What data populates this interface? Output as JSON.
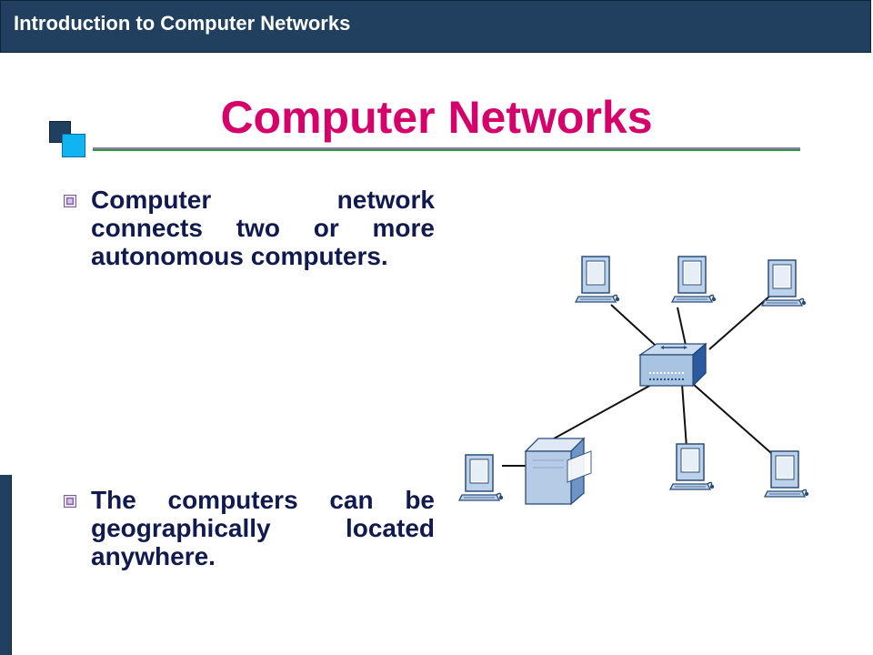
{
  "header": {
    "title": "Introduction to Computer Networks"
  },
  "slide": {
    "title": "Computer Networks",
    "bullets": [
      {
        "text": "Computer network connects two or more autonomous computers."
      },
      {
        "text": "The computers can be geographically located anywhere."
      }
    ]
  },
  "colors": {
    "header_bg": "#21405f",
    "title": "#d5006a",
    "bullet_text": "#111a4f",
    "accent_blue": "#10b4f0"
  },
  "icons": {
    "bullet": "bullet-square-icon",
    "computers": "desktop-computer-icon",
    "switch": "network-switch-icon",
    "server": "server-icon"
  }
}
